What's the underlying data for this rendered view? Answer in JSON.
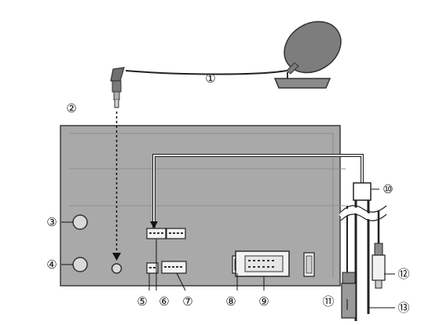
{
  "callouts": [
    {
      "id": "c1",
      "label": "①"
    },
    {
      "id": "c2",
      "label": "②"
    },
    {
      "id": "c3",
      "label": "③"
    },
    {
      "id": "c4",
      "label": "④"
    },
    {
      "id": "c5",
      "label": "⑤"
    },
    {
      "id": "c6",
      "label": "⑥"
    },
    {
      "id": "c7",
      "label": "⑦"
    },
    {
      "id": "c8",
      "label": "⑧"
    },
    {
      "id": "c9",
      "label": "⑨"
    },
    {
      "id": "c10",
      "label": "⑩"
    },
    {
      "id": "c11",
      "label": "⑪"
    },
    {
      "id": "c12",
      "label": "⑫"
    },
    {
      "id": "c13",
      "label": "⑬"
    }
  ],
  "colors": {
    "unit_fill": "#a9a9a9",
    "unit_outline": "#3a3a3a",
    "mic_fill": "#7d7d7d",
    "cable": "#222222",
    "connector_fill": "#f2f2f2"
  },
  "icons": {
    "microphone": "microphone-icon",
    "mini_plug": "mini-jack-plug-icon",
    "rca_plug": "rca-plug-icon"
  }
}
